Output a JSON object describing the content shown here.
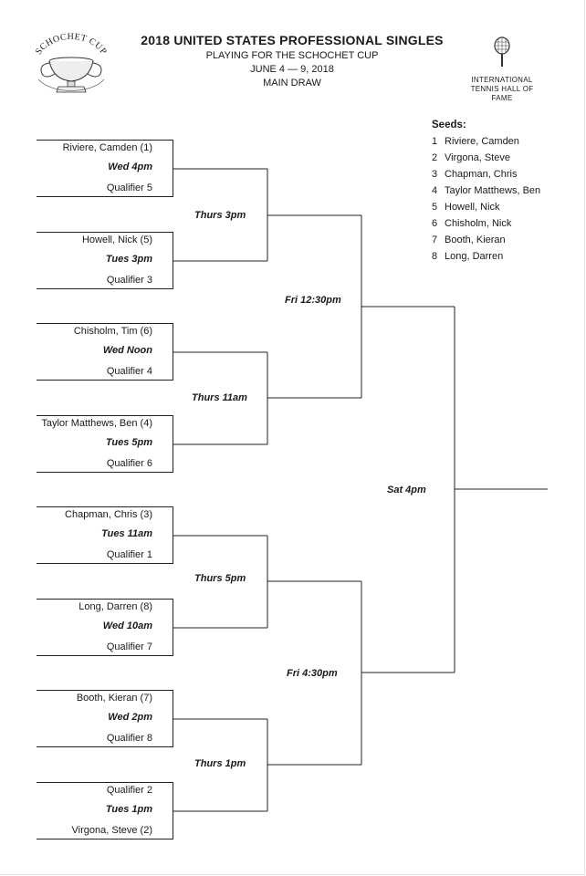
{
  "header": {
    "title": "2018 UNITED STATES PROFESSIONAL SINGLES",
    "subtitle": "PLAYING FOR THE SCHOCHET CUP",
    "dates": "JUNE 4 — 9, 2018",
    "draw": "MAIN DRAW"
  },
  "logos": {
    "left": "SCHOCHET CUP",
    "right_line1": "INTERNATIONAL",
    "right_line2": "TENNIS HALL OF FAME"
  },
  "seeds": {
    "title": "Seeds:",
    "items": [
      {
        "num": "1",
        "name": "Riviere, Camden"
      },
      {
        "num": "2",
        "name": "Virgona, Steve"
      },
      {
        "num": "3",
        "name": "Chapman, Chris"
      },
      {
        "num": "4",
        "name": "Taylor Matthews, Ben"
      },
      {
        "num": "5",
        "name": "Howell, Nick"
      },
      {
        "num": "6",
        "name": "Chisholm, Nick"
      },
      {
        "num": "7",
        "name": "Booth, Kieran"
      },
      {
        "num": "8",
        "name": "Long, Darren"
      }
    ]
  },
  "matches": [
    {
      "top": "Riviere, Camden (1)",
      "time": "Wed 4pm",
      "bottom": "Qualifier 5"
    },
    {
      "top": "Howell, Nick (5)",
      "time": "Tues 3pm",
      "bottom": "Qualifier 3"
    },
    {
      "top": "Chisholm, Tim (6)",
      "time": "Wed Noon",
      "bottom": "Qualifier 4"
    },
    {
      "top": "Taylor Matthews, Ben (4)",
      "time": "Tues 5pm",
      "bottom": "Qualifier 6"
    },
    {
      "top": "Chapman, Chris (3)",
      "time": "Tues 11am",
      "bottom": "Qualifier 1"
    },
    {
      "top": "Long, Darren (8)",
      "time": "Wed 10am",
      "bottom": "Qualifier 7"
    },
    {
      "top": "Booth, Kieran (7)",
      "time": "Wed 2pm",
      "bottom": "Qualifier 8"
    },
    {
      "top": "Qualifier 2",
      "time": "Tues 1pm",
      "bottom": "Virgona, Steve (2)"
    }
  ],
  "quarterfinals": [
    "Thurs 3pm",
    "Thurs 11am",
    "Thurs 5pm",
    "Thurs 1pm"
  ],
  "semifinals": [
    "Fri 12:30pm",
    "Fri 4:30pm"
  ],
  "final": "Sat 4pm"
}
